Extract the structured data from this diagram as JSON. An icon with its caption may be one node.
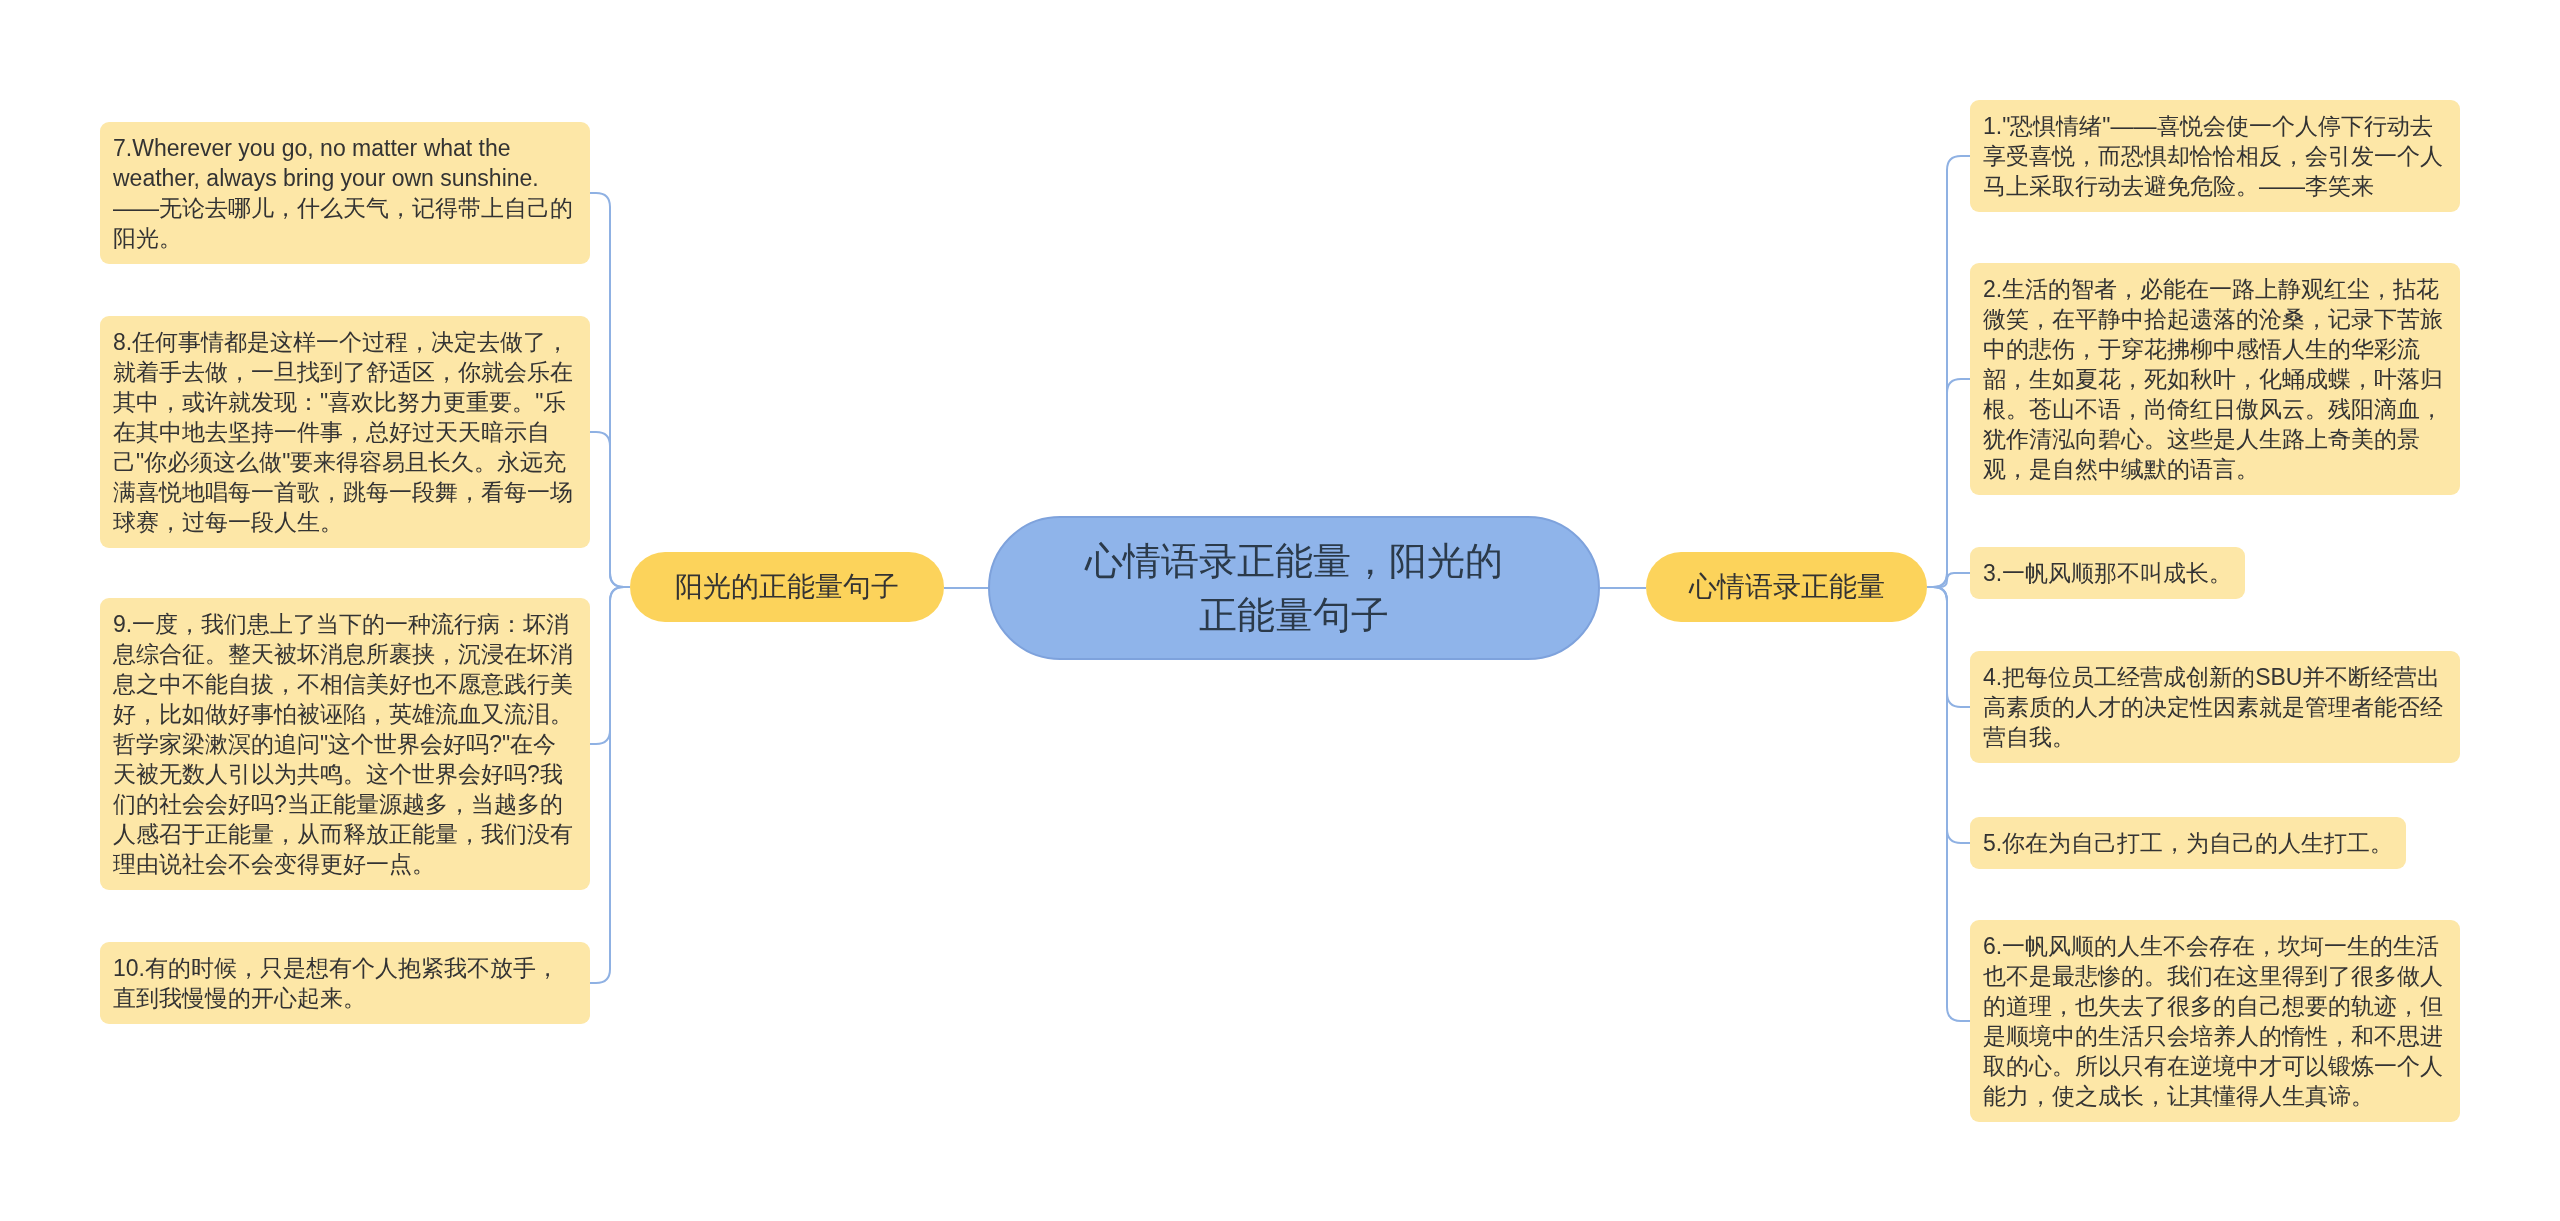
{
  "diagram": {
    "nodes": [
      {
        "text": [
          "心情语录正能量，阳光的正能量句子"
        ]
      },
      {
        "text": [
          "心情语录正能量"
        ]
      },
      {
        "text": [
          "1.\"恐惧情绪\"——喜悦会使一个人停下行动去享受喜悦，而恐惧却恰恰相反，会引发一个人马上采取行动去避免危险。——李笑来"
        ]
      },
      {
        "text": [
          "2.生活的智者，必能在一路上静观红尘，拈花微笑，在平静中拾起遗落的沧桑，记录下苦旅中的悲伤，于穿花拂柳中感悟人生的华彩流韶，生如夏花，死如秋叶，化蛹成蝶，叶落归根。苍山不语，尚倚红日傲风云。残阳滴血，犹作清泓向碧心。这些是人生路上奇美的景观，是自然中缄默的语言。"
        ]
      },
      {
        "text": [
          "3.一帆风顺那不叫成长。"
        ]
      },
      {
        "text": [
          "4.把每位员工经营成创新的SBU并不断经营出高素质的人才的决定性因素就是管理者能否经营自我。"
        ]
      },
      {
        "text": [
          "5.你在为自己打工，为自己的人生打工。"
        ]
      },
      {
        "text": [
          "6.一帆风顺的人生不会存在，坎坷一生的生活也不是最悲惨的。我们在这里得到了很多做人的道理，也失去了很多的自己想要的轨迹，但是顺境中的生活只会培养人的惰性，和不思进取的心。所以只有在逆境中才可以锻炼一个人能力，使之成长，让其懂得人生真谛。"
        ]
      },
      {
        "text": [
          "阳光的正能量句子"
        ]
      },
      {
        "text": [
          "7.Wherever you go, no matter what the weather, always bring your own sunshine. ——无论去哪儿，什么天气，记得带上自己的阳光。"
        ]
      },
      {
        "text": [
          "8.任何事情都是这样一个过程，决定去做了，就着手去做，一旦找到了舒适区，你就会乐在其中，或许就发现：\"喜欢比努力更重要。\"乐在其中地去坚持一件事，总好过天天暗示自己\"你必须这么做\"要来得容易且长久。永远充满喜悦地唱每一首歌，跳每一段舞，看每一场球赛，过每一段人生。"
        ]
      },
      {
        "text": [
          "9.一度，我们患上了当下的一种流行病：坏消息综合征。整天被坏消息所裹挟，沉浸在坏消息之中不能自拔，不相信美好也不愿意践行美好，比如做好事怕被诬陷，英雄流血又流泪。哲学家梁漱溟的追问\"这个世界会好吗?\"在今天被无数人引以为共鸣。这个世界会好吗?我们的社会会好吗?当正能量源越多，当越多的人感召于正能量，从而释放正能量，我们没有理由说社会不会变得更好一点。"
        ]
      },
      {
        "text": [
          "10.有的时候，只是想有个人抱紧我不放手，直到我慢慢的开心起来。"
        ]
      }
    ],
    "edges": [
      {
        "from": 0,
        "to": 1,
        "arrow": "none"
      },
      {
        "from": 1,
        "to": 2,
        "arrow": "none"
      },
      {
        "from": 1,
        "to": 3,
        "arrow": "none"
      },
      {
        "from": 1,
        "to": 4,
        "arrow": "none"
      },
      {
        "from": 1,
        "to": 5,
        "arrow": "none"
      },
      {
        "from": 1,
        "to": 6,
        "arrow": "none"
      },
      {
        "from": 1,
        "to": 7,
        "arrow": "none"
      },
      {
        "from": 0,
        "to": 8,
        "arrow": "none"
      },
      {
        "from": 8,
        "to": 9,
        "arrow": "none"
      },
      {
        "from": 8,
        "to": 10,
        "arrow": "none"
      },
      {
        "from": 8,
        "to": 11,
        "arrow": "none"
      },
      {
        "from": 8,
        "to": 12,
        "arrow": "none"
      }
    ]
  }
}
